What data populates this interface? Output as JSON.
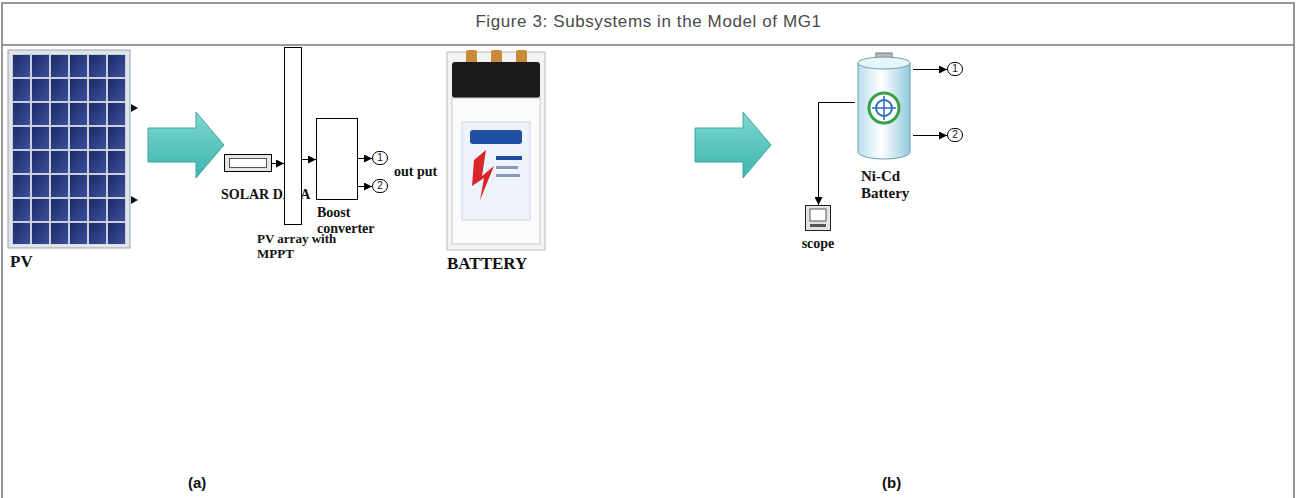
{
  "diagram": {
    "title": "Figure 3: Subsystems in the Model of MG1",
    "nodes": [
      {
        "text": [
          "SOLAR DATA"
        ]
      },
      {
        "text": [
          "PV array with MPPT"
        ]
      },
      {
        "text": [
          "Boost converter"
        ]
      },
      {
        "text": [
          "1"
        ]
      },
      {
        "text": [
          "2"
        ]
      },
      {
        "text": [
          "scope"
        ]
      },
      {
        "text": [
          "Ni-Cd Battery"
        ]
      },
      {
        "text": [
          "1"
        ]
      },
      {
        "text": [
          "2"
        ]
      }
    ],
    "edges": [
      {
        "from": 0,
        "to": 1,
        "arrow": "to"
      },
      {
        "from": 1,
        "to": 2,
        "arrow": "to"
      },
      {
        "from": 2,
        "to": 3,
        "arrow": "to"
      },
      {
        "from": 2,
        "to": 4,
        "arrow": "to"
      },
      {
        "from": 6,
        "to": 5,
        "arrow": "to"
      },
      {
        "from": 6,
        "to": 7,
        "arrow": "to"
      },
      {
        "from": 6,
        "to": 8,
        "arrow": "to"
      }
    ],
    "labels": [
      "PV",
      "out put",
      "BATTERY",
      "(a)",
      "(b)"
    ]
  }
}
